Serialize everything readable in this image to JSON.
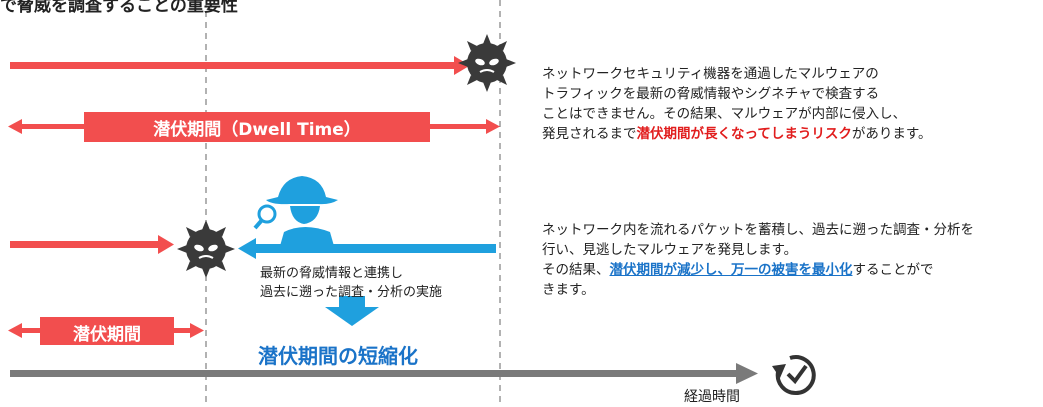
{
  "heading": "で脅威を調査することの重要性",
  "dwell_label": "潜伏期間（Dwell Time）",
  "para1": {
    "line1": "ネットワークセキュリティ機器を通過したマルウェアの",
    "line2": "トラフィックを最新の脅威情報やシグネチャで検査する",
    "line3": "ことはできません。その結果、マルウェアが内部に侵入し、",
    "line4_pre": "発見されるまで",
    "line4_em": "潜伏期間が長くなってしまうリスク",
    "line4_post": "があります。"
  },
  "para2": {
    "line1": "ネットワーク内を流れるパケットを蓄積し、過去に遡った調査・分析を",
    "line2": "行い、見逃したマルウェアを発見します。",
    "line3_pre": "その結果、",
    "line3_em": "潜伏期間が減少し、万一の被害を最小化",
    "line3_post": "することがで",
    "line4": "きます。"
  },
  "note": {
    "line1": "最新の脅威情報と連携し",
    "line2": "過去に遡った調査・分析の実施"
  },
  "short_label": "潜伏期間",
  "shortened": "潜伏期間の短縮化",
  "elapsed": "経過時間",
  "icons": [
    "malware-virus-icon",
    "detective-icon",
    "magnifier-icon",
    "clock-icon"
  ],
  "colors": {
    "red": "#f24e4e",
    "blue": "#1fa0de",
    "gray": "#7a7a7a",
    "dark": "#222222",
    "em_red": "#e11d1d",
    "em_blue": "#1a73c8"
  }
}
